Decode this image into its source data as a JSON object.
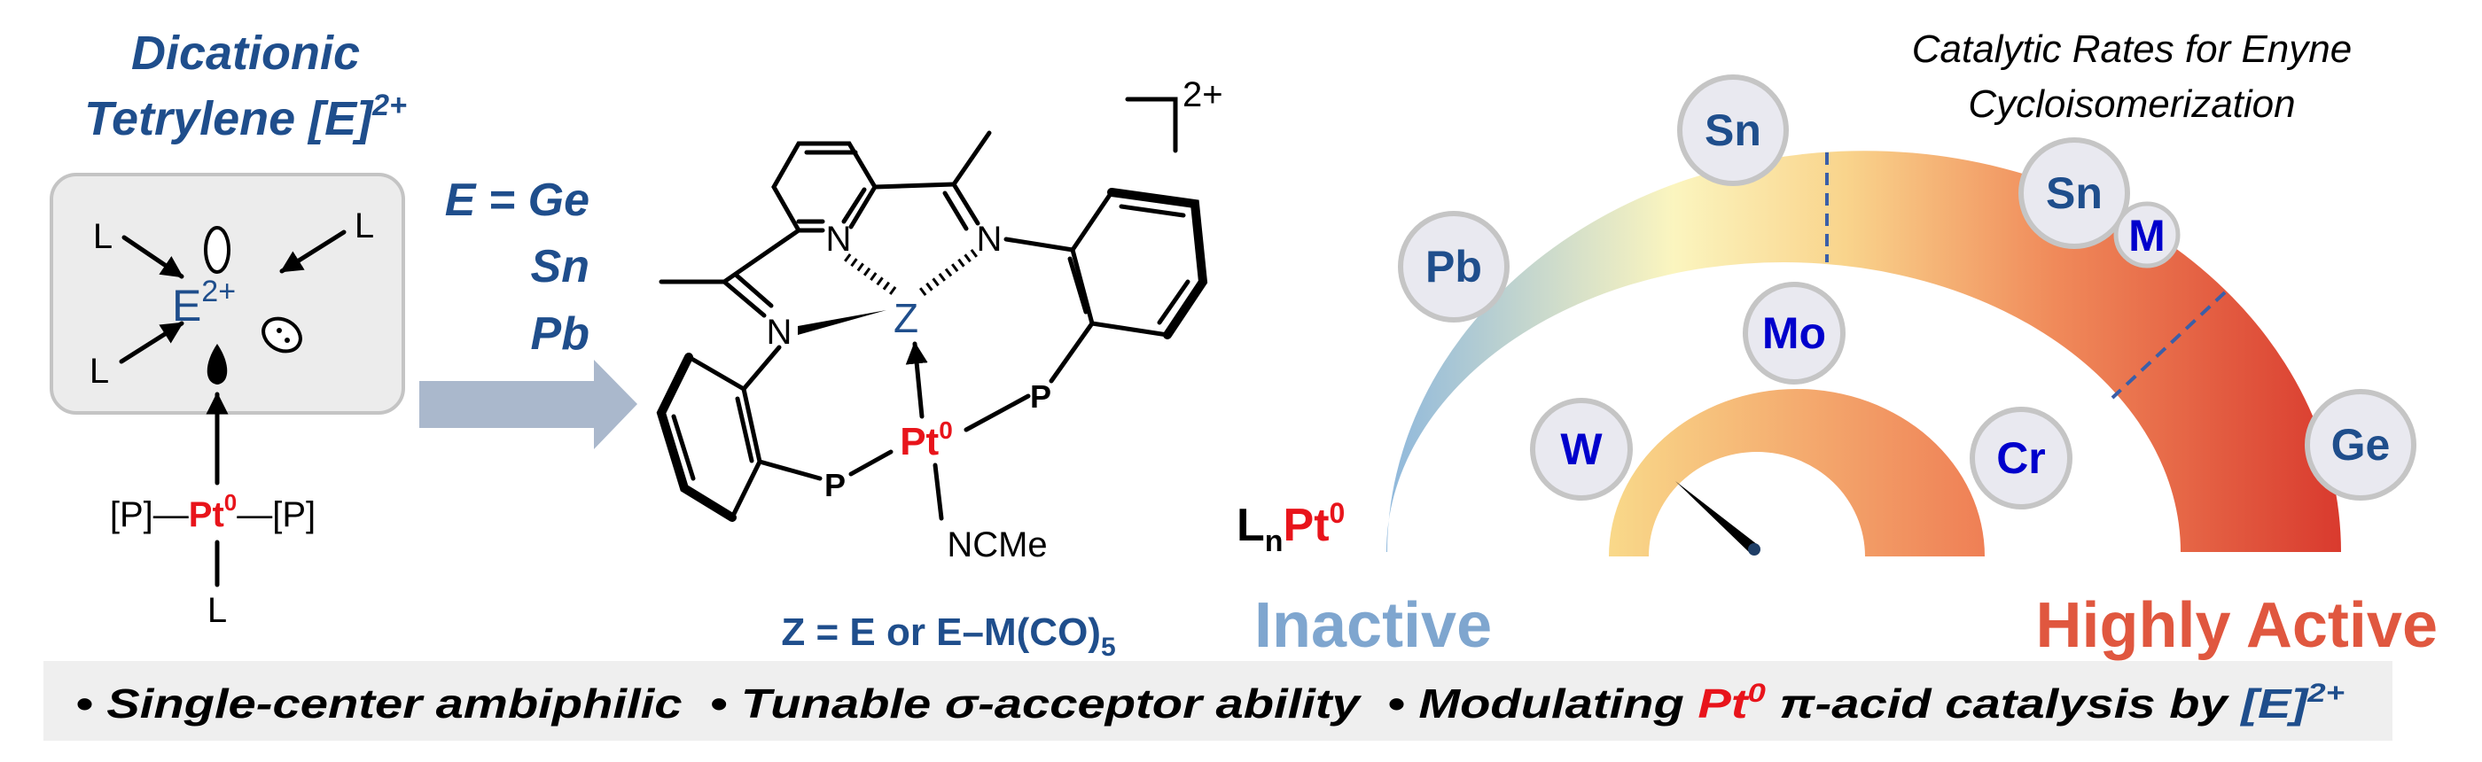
{
  "left_panel": {
    "title_line1": "Dicationic",
    "title_line2": "Tetrylene [E]",
    "title_sup": "2+",
    "ligand_label": "L",
    "center_atom": "E",
    "center_charge": "2+",
    "pt_row": {
      "left": "[P]—",
      "pt": "Pt",
      "pt_sup": "0",
      "right": "—[P]"
    },
    "bottom_ligand": "L"
  },
  "element_list": {
    "line1": "E = Ge",
    "line2": "Sn",
    "line3": "Pb"
  },
  "complex": {
    "charge": "2+",
    "atoms": {
      "n": "N",
      "z": "Z",
      "p": "P",
      "pt": "Pt",
      "pt_sup": "0",
      "ncme": "NCMe"
    },
    "caption": "Z = E or E–M(CO)",
    "caption_sub": "5"
  },
  "gauge": {
    "title_line1": "Catalytic Rates for Enyne",
    "title_line2": "Cycloisomerization",
    "start_label": {
      "l": "L",
      "n": "n",
      "pt": "Pt",
      "sup": "0"
    },
    "inactive_label": "Inactive",
    "active_label": "Highly Active",
    "outer_elements": [
      "Pb",
      "Sn",
      "Sn",
      "Ge"
    ],
    "sn_m_sub": "M",
    "inner_elements": [
      "W",
      "Mo",
      "Cr"
    ],
    "colors": {
      "cold": "#8fb8dc",
      "mid": "#fbf5bf",
      "hot": "#d93a2e",
      "inactive_text": "#7fa6cf",
      "active_text": "#e0573f"
    }
  },
  "bottom_bar": {
    "part1": "• Single-center ambiphilic  • Tunable σ-acceptor ability  • Modulating ",
    "pt": "Pt",
    "pt_sup": "0",
    "part2": " π-acid catalysis by ",
    "e": "[E]",
    "e_sup": "2+"
  },
  "colors": {
    "navy": "#1f4e8c",
    "red": "#e8141b",
    "blue": "#0000cc"
  }
}
